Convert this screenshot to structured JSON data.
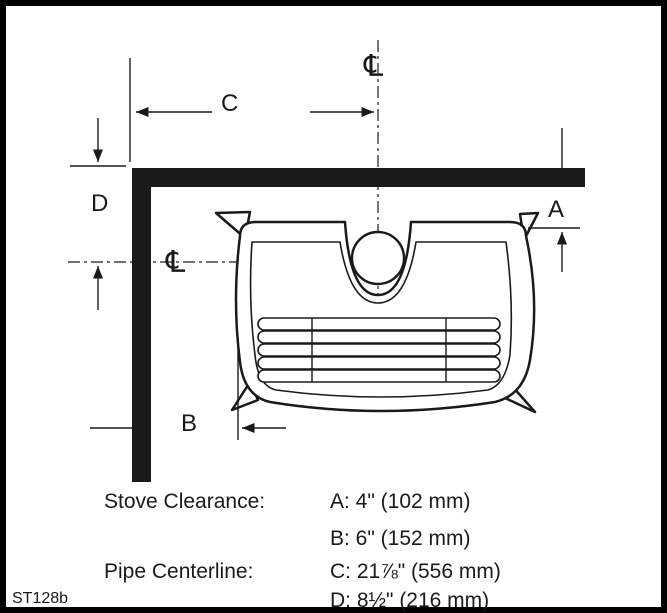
{
  "diagram": {
    "dimension_labels": {
      "a": "A",
      "b": "B",
      "c": "C",
      "d": "D"
    },
    "centerline_symbol": "℄",
    "legend": {
      "stove_clearance_label": "Stove Clearance:",
      "pipe_centerline_label": "Pipe Centerline:",
      "a_value": "A: 4\" (102 mm)",
      "b_value": "B: 6\" (152 mm)",
      "c_value": "C: 21⅞\" (556 mm)",
      "d_value": "D: 8½\" (216 mm)"
    },
    "figure_code": "ST128b",
    "colors": {
      "ink": "#1a1a1a",
      "background": "#ffffff",
      "border": "#000000"
    }
  }
}
